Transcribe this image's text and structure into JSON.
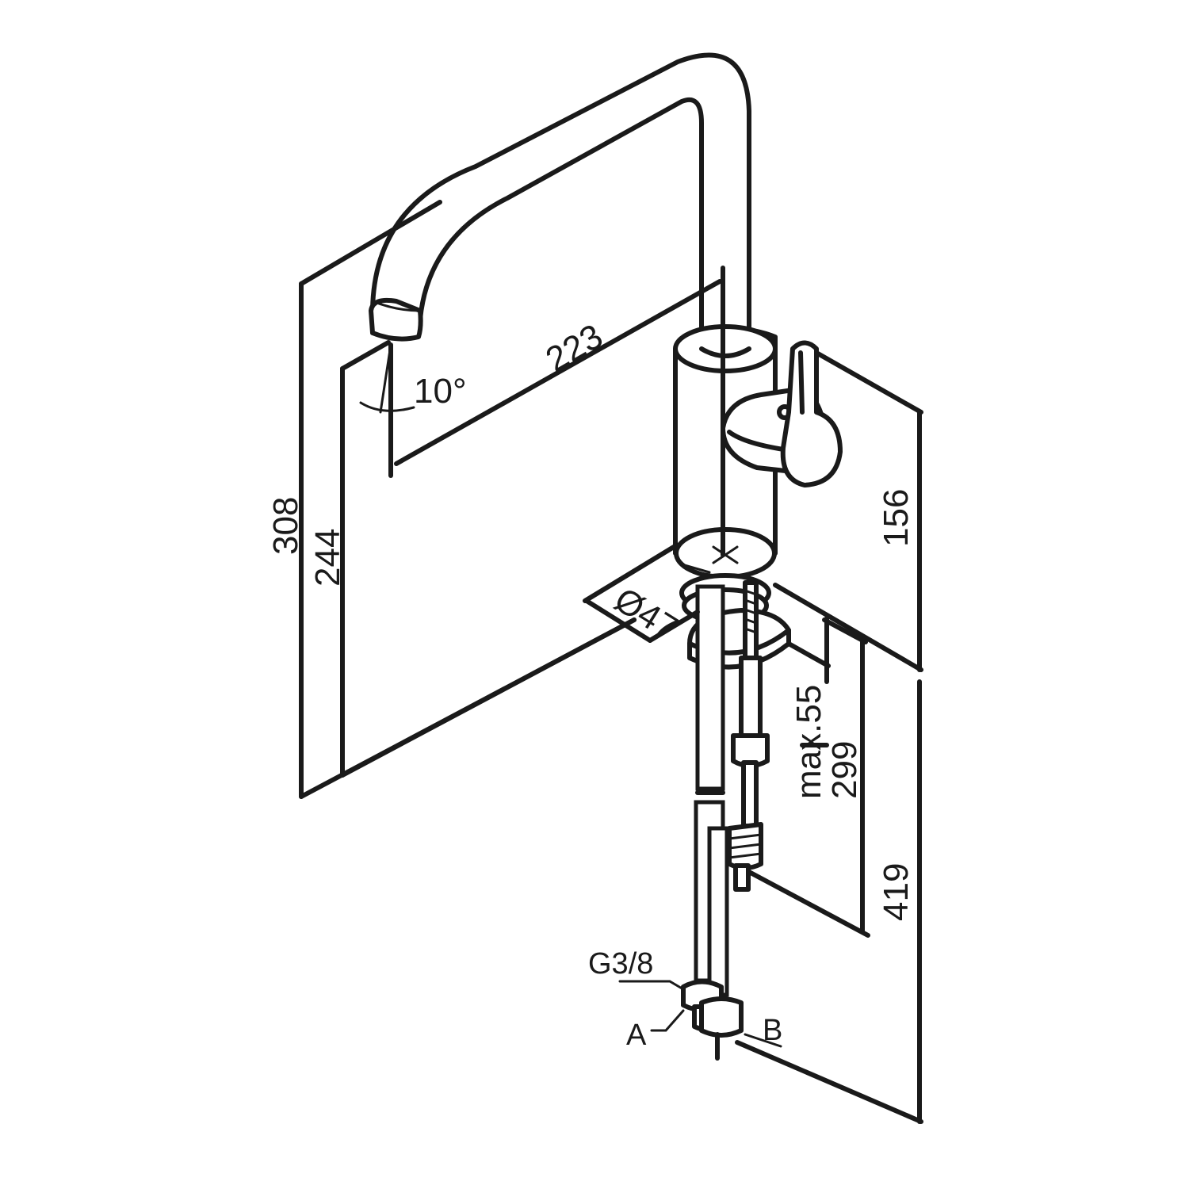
{
  "dimensions": {
    "spout_reach": "223",
    "total_height": "308",
    "spout_height": "244",
    "body_height": "156",
    "base_diameter": "Ø47",
    "spout_angle": "10°",
    "max_deck_thickness": "max.55",
    "hose_length_short": "299",
    "hose_length_long": "419"
  },
  "labels": {
    "thread_size": "G3/8",
    "connection_a": "A",
    "connection_b": "B"
  },
  "colors": {
    "line": "#1a1a1a",
    "background": "#ffffff"
  }
}
